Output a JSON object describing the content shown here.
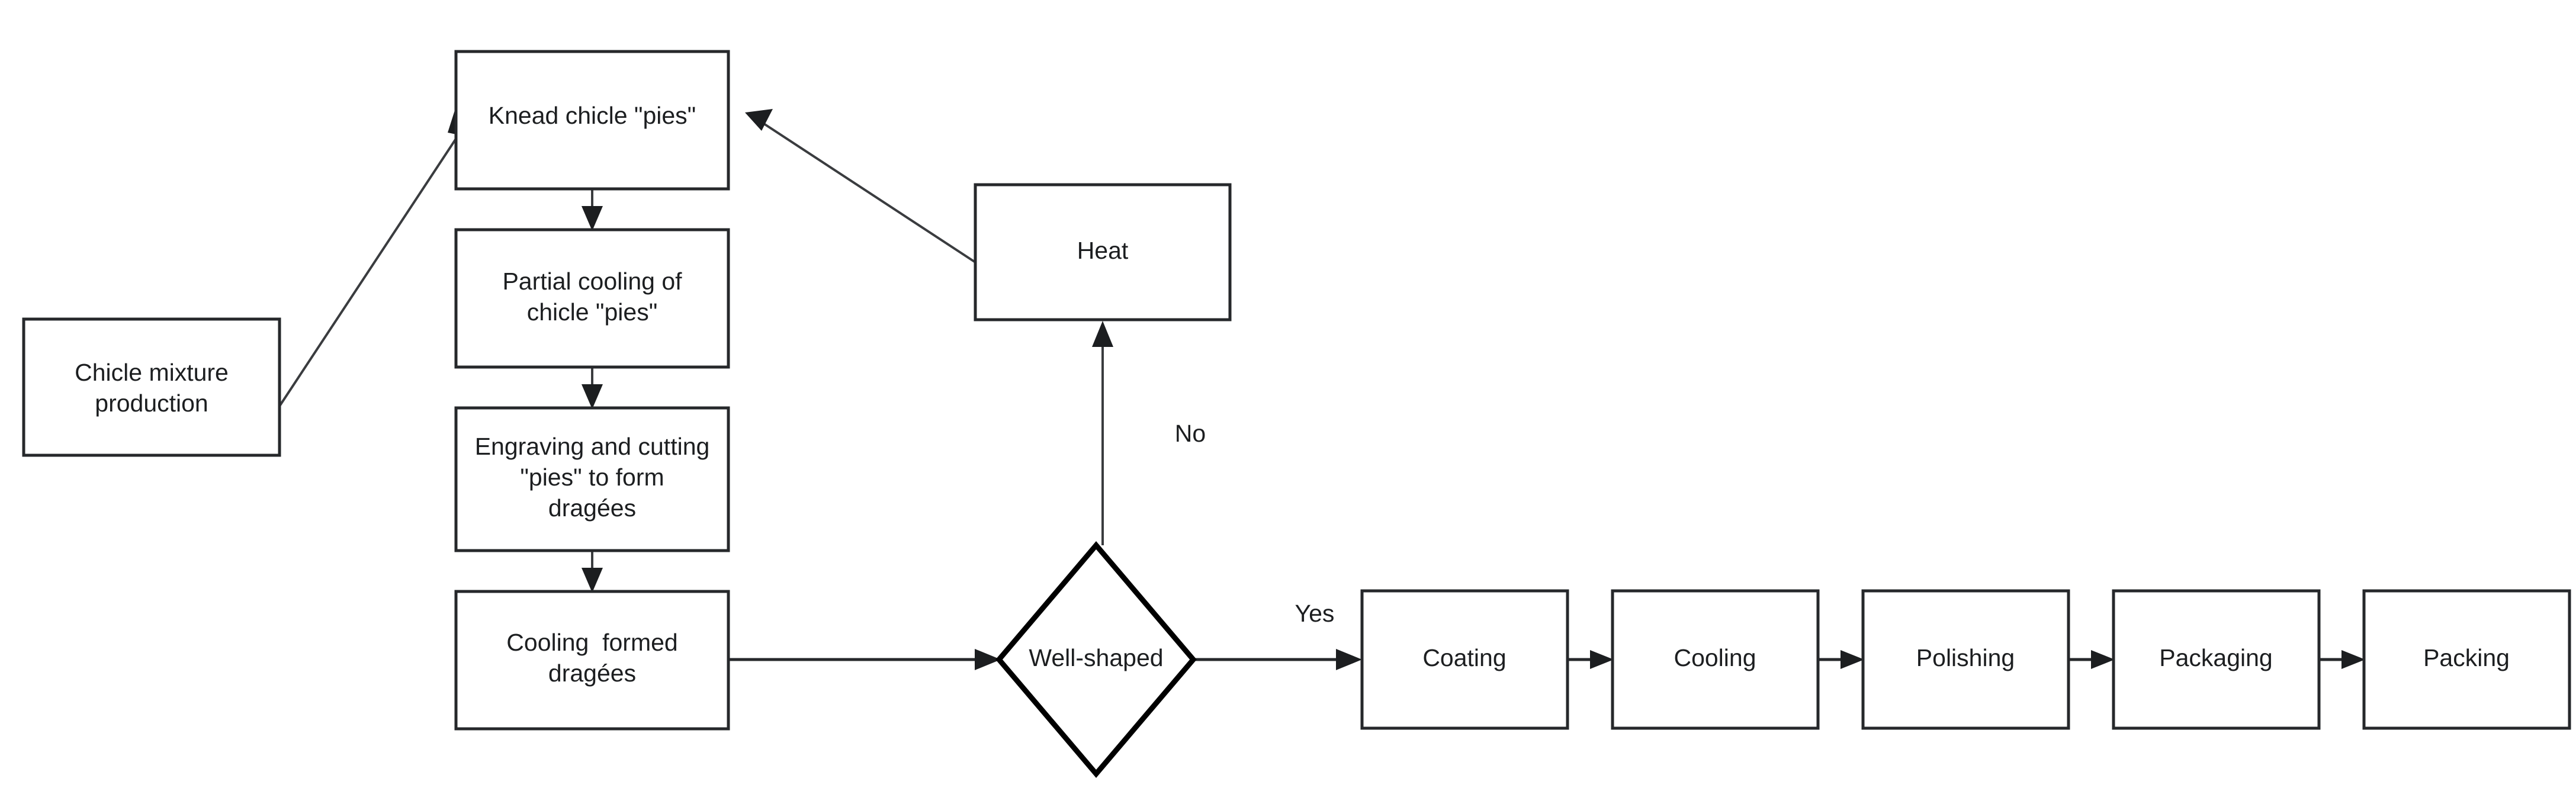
{
  "diagram": {
    "type": "flowchart",
    "title": "",
    "background_color": "#ffffff",
    "line_color": "#26282b",
    "text_color": "#1c1e20",
    "nodes": [
      {
        "id": "chicle-mixture-production",
        "shape": "rectangle",
        "label_line1": "Chicle mixture",
        "label_line2": "production"
      },
      {
        "id": "knead-chicle-pies",
        "shape": "rectangle",
        "label_line1": "Knead chicle \"pies\""
      },
      {
        "id": "partial-cooling",
        "shape": "rectangle",
        "label_line1": "Partial cooling of",
        "label_line2": "chicle \"pies\""
      },
      {
        "id": "engraving-cutting",
        "shape": "rectangle",
        "label_line1": "Engraving and cutting",
        "label_line2": "\"pies\" to form",
        "label_line3": "dragées"
      },
      {
        "id": "cooling-formed-dragees",
        "shape": "rectangle",
        "label_line1": "Cooling  formed",
        "label_line2": "dragées"
      },
      {
        "id": "well-shaped",
        "shape": "diamond",
        "label_line1": "Well-shaped"
      },
      {
        "id": "heat",
        "shape": "rectangle",
        "label_line1": "Heat"
      },
      {
        "id": "coating",
        "shape": "rectangle",
        "label_line1": "Coating"
      },
      {
        "id": "cooling",
        "shape": "rectangle",
        "label_line1": "Cooling"
      },
      {
        "id": "polishing",
        "shape": "rectangle",
        "label_line1": "Polishing"
      },
      {
        "id": "packaging",
        "shape": "rectangle",
        "label_line1": "Packaging"
      },
      {
        "id": "packing",
        "shape": "rectangle",
        "label_line1": "Packing"
      }
    ],
    "edges": [
      {
        "from": "chicle-mixture-production",
        "to": "knead-chicle-pies",
        "label": ""
      },
      {
        "from": "knead-chicle-pies",
        "to": "partial-cooling",
        "label": ""
      },
      {
        "from": "partial-cooling",
        "to": "engraving-cutting",
        "label": ""
      },
      {
        "from": "engraving-cutting",
        "to": "cooling-formed-dragees",
        "label": ""
      },
      {
        "from": "cooling-formed-dragees",
        "to": "well-shaped",
        "label": ""
      },
      {
        "from": "well-shaped",
        "to": "heat",
        "label": "No"
      },
      {
        "from": "heat",
        "to": "knead-chicle-pies",
        "label": ""
      },
      {
        "from": "well-shaped",
        "to": "coating",
        "label": "Yes"
      },
      {
        "from": "coating",
        "to": "cooling",
        "label": ""
      },
      {
        "from": "cooling",
        "to": "polishing",
        "label": ""
      },
      {
        "from": "polishing",
        "to": "packaging",
        "label": ""
      },
      {
        "from": "packaging",
        "to": "packing",
        "label": ""
      }
    ],
    "edge_labels": {
      "no": "No",
      "yes": "Yes"
    }
  }
}
